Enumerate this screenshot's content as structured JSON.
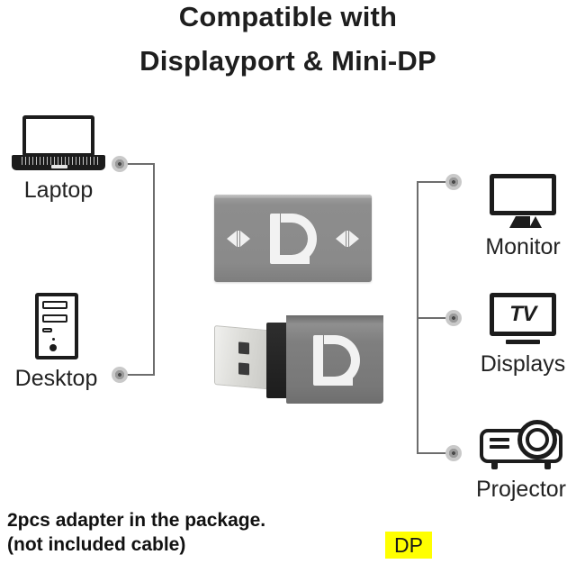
{
  "title": {
    "line1": "Compatible with",
    "line2": "Displayport & Mini-DP"
  },
  "sources": [
    {
      "id": "laptop",
      "label": "Laptop",
      "icon": "laptop-icon"
    },
    {
      "id": "desktop",
      "label": "Desktop",
      "icon": "desktop-tower-icon"
    }
  ],
  "destinations": [
    {
      "id": "monitor",
      "label": "Monitor",
      "icon": "monitor-icon"
    },
    {
      "id": "displays",
      "label": "Displays",
      "icon": "tv-icon",
      "screen_text": "TV"
    },
    {
      "id": "projector",
      "label": "Projector",
      "icon": "projector-icon"
    }
  ],
  "adapters": [
    {
      "id": "adapter-female",
      "type": "rectangular coupler",
      "logo": "displayport-logo",
      "left_marker": "double-arrow-icon",
      "right_marker": "double-arrow-icon",
      "body_color": "#8a8a8a"
    },
    {
      "id": "adapter-male-plug",
      "type": "displayport male plug",
      "logo": "displayport-logo",
      "body_color": "#7d7d7d",
      "collar_color": "#2a2a2a",
      "contact_color": "#dcdcd8"
    }
  ],
  "footer": {
    "line1": "2pcs adapter in the package.",
    "line2": "(not included cable)",
    "badge_label": "DP",
    "badge_color": "#ffff00"
  },
  "colors": {
    "background": "#ffffff",
    "ink": "#1c1c1c",
    "line": "#6d6d6d",
    "highlight": "#ffff00"
  }
}
